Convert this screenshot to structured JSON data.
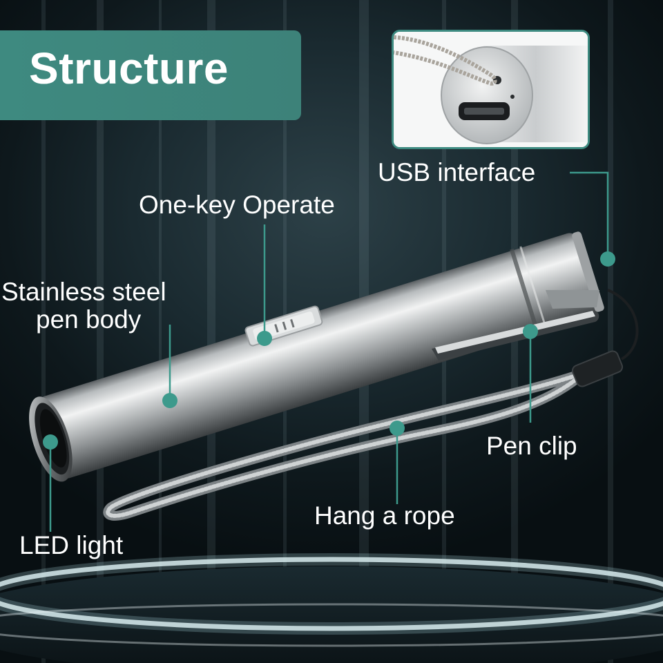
{
  "title": "Structure",
  "labels": {
    "usb_interface": "USB interface",
    "one_key_operate": "One-key Operate",
    "stainless_steel": "Stainless steel",
    "pen_body": "pen body",
    "pen_clip": "Pen clip",
    "hang_a_rope": "Hang a rope",
    "led_light": "LED light"
  },
  "colors": {
    "accent": "#3d9a8c",
    "title_bg": "#3e8a80",
    "background": "#0e181c",
    "text": "#ffffff"
  }
}
